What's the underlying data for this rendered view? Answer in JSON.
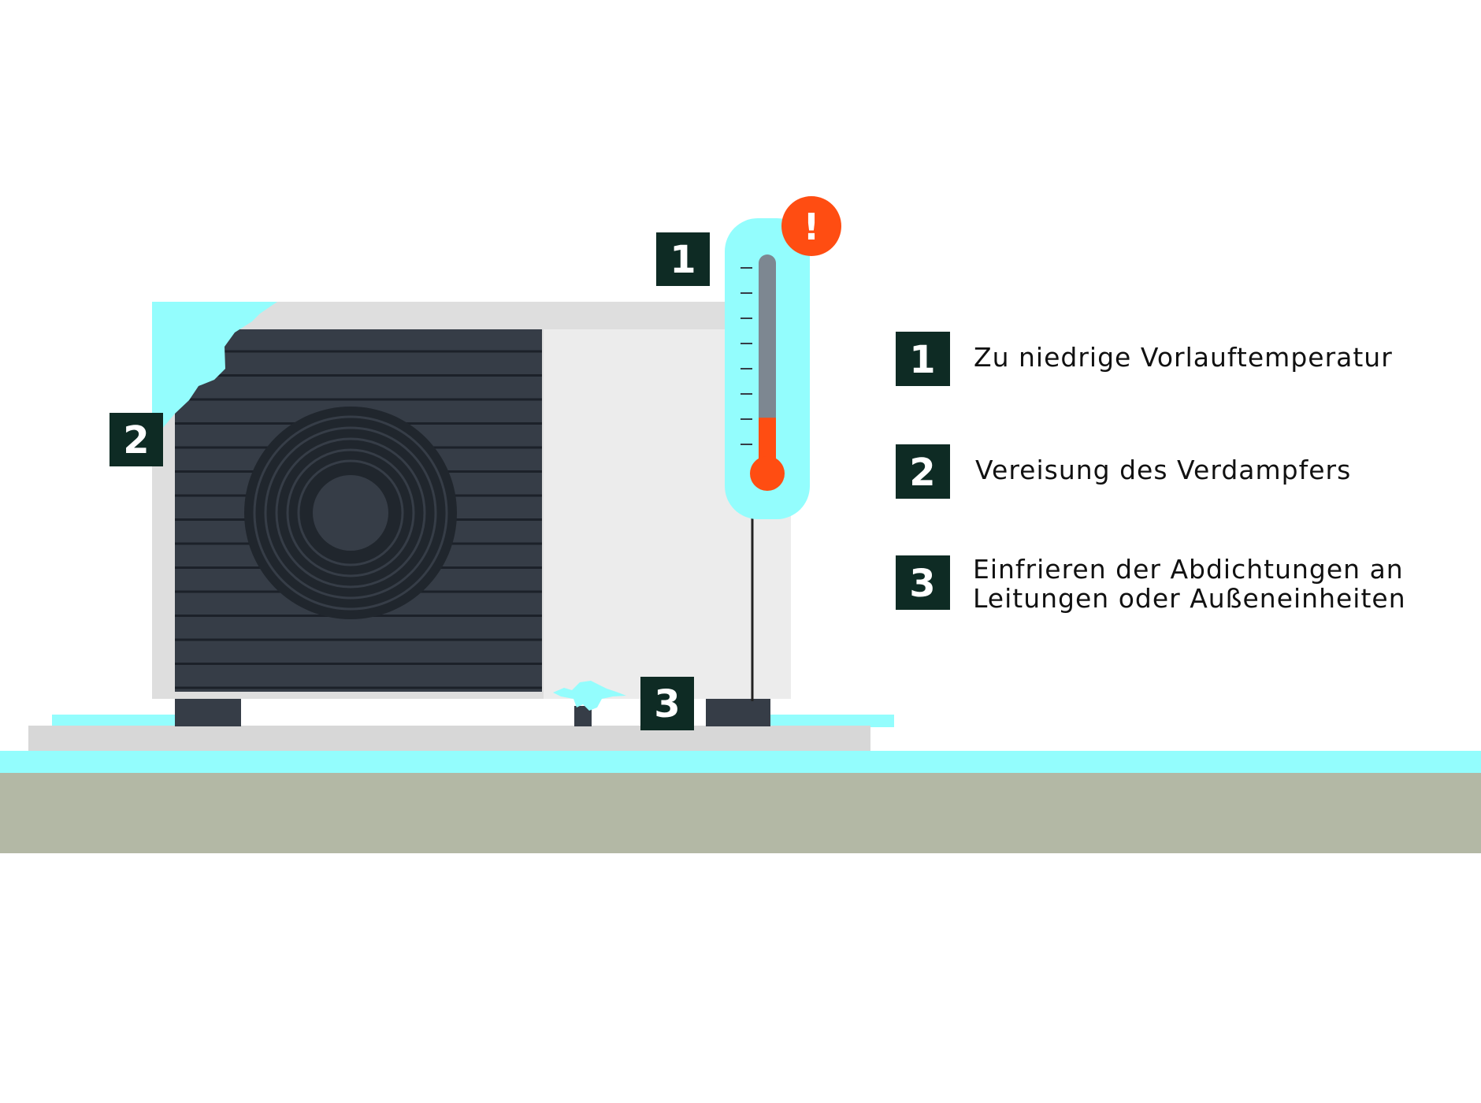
{
  "colors": {
    "ice": "#93fdfd",
    "dark": "#0e2b24",
    "unit_gray": "#dedede",
    "unit_side": "#ececec",
    "grille": "#363d47",
    "ground": "#b3b8a5",
    "slab": "#d7d7d7",
    "alert": "#ff4d12",
    "mercury": "#ff4d12",
    "tube": "#7d8791"
  },
  "icons": {
    "thermometer": "thermometer-icon",
    "alert": "exclamation-alert-icon",
    "fan": "fan-icon"
  },
  "alert_symbol": "!",
  "thermometer_level": 0.26,
  "markers": [
    {
      "num": "1"
    },
    {
      "num": "2"
    },
    {
      "num": "3"
    }
  ],
  "legend": [
    {
      "num": "1",
      "lines": [
        "Zu niedrige Vorlauftemperatur"
      ]
    },
    {
      "num": "2",
      "lines": [
        "Vereisung des Verdampfers"
      ]
    },
    {
      "num": "3",
      "lines": [
        "Einfrieren der Abdichtungen an",
        "Leitungen oder Außeneinheiten"
      ]
    }
  ]
}
